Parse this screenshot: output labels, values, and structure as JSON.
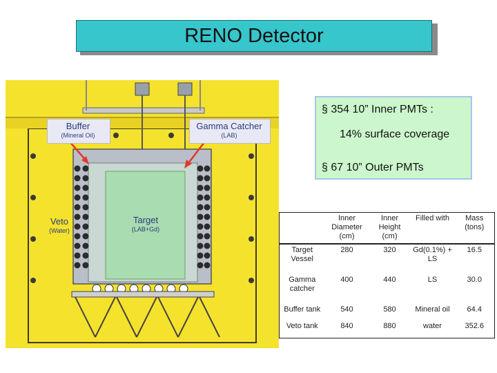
{
  "title": "RENO Detector",
  "diagram": {
    "labels": {
      "buffer": "Buffer",
      "buffer_sub": "(Mineral Oil)",
      "gamma_catcher": "Gamma Catcher",
      "gamma_catcher_sub": "(LAB)",
      "veto": "Veto",
      "veto_sub": "(Water)",
      "target": "Target",
      "target_sub": "(LAB+Gd)"
    },
    "colors": {
      "outer_yellow": "#f5e22c",
      "tank_gray": "#b9bec9",
      "inner_green": "#a9dcb0",
      "label_blue": "#2a3b7a",
      "arrow_red": "#e03a2a"
    }
  },
  "info": {
    "line1": "§ 354 10” Inner PMTs :",
    "line2": "14% surface coverage",
    "line3": "§ 67 10” Outer PMTs"
  },
  "table": {
    "headers": [
      "",
      "Inner Diameter (cm)",
      "Inner Height (cm)",
      "Filled with",
      "Mass (tons)"
    ],
    "rows": [
      {
        "name": "Target Vessel",
        "diameter": "280",
        "height": "320",
        "filled": "Gd(0.1%) + LS",
        "mass": "16.5"
      },
      {
        "name": "Gamma catcher",
        "diameter": "400",
        "height": "440",
        "filled": "LS",
        "mass": "30.0"
      },
      {
        "name": "Buffer tank",
        "diameter": "540",
        "height": "580",
        "filled": "Mineral oil",
        "mass": "64.4"
      },
      {
        "name": "Veto tank",
        "diameter": "840",
        "height": "880",
        "filled": "water",
        "mass": "352.6"
      }
    ]
  }
}
